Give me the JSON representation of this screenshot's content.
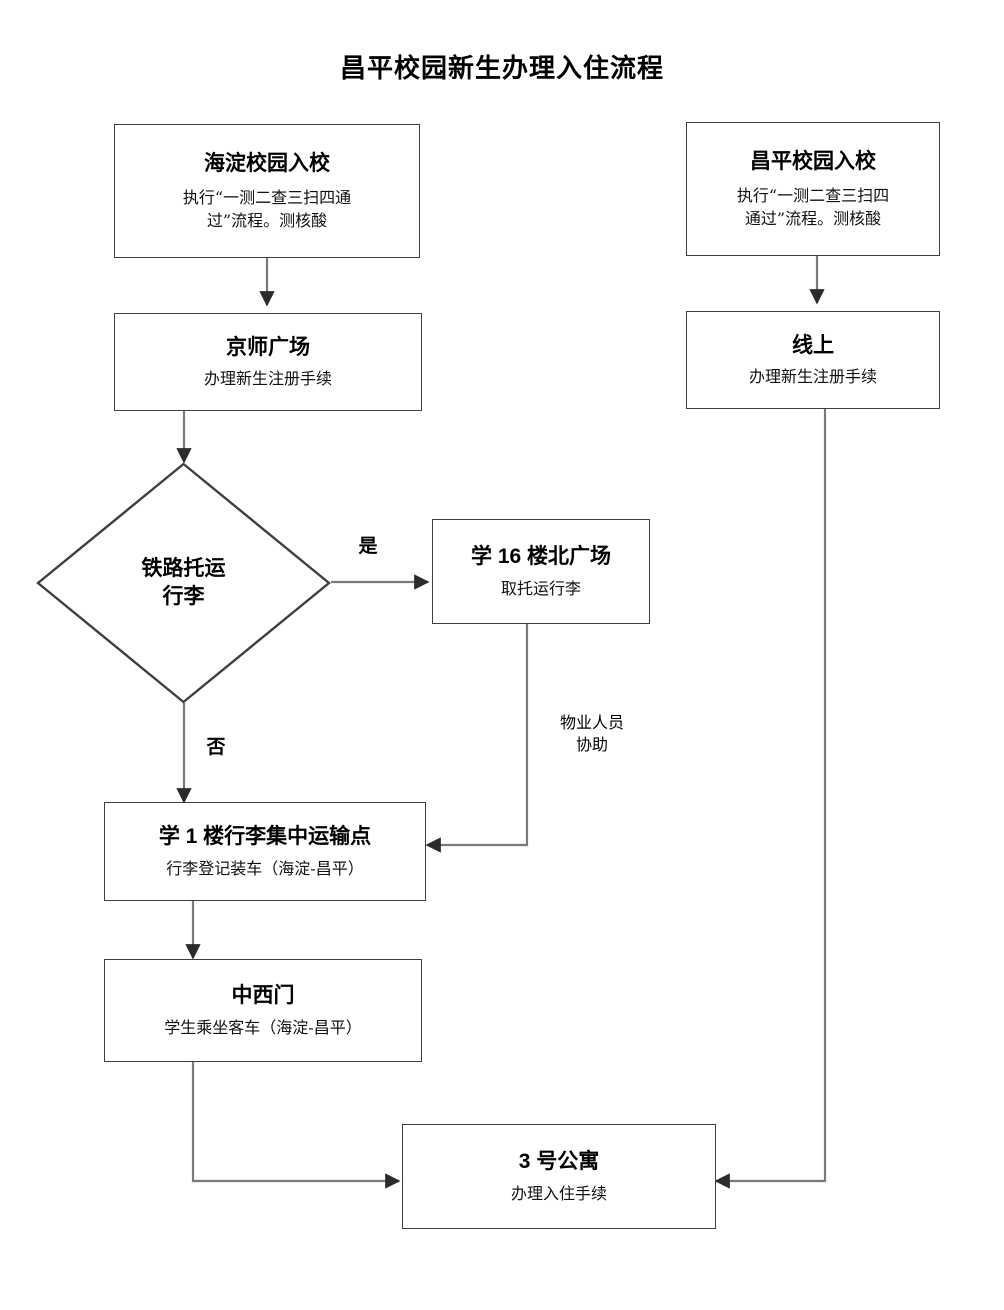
{
  "page": {
    "title": "昌平校园新生办理入住流程",
    "background_color": "#ffffff",
    "line_color": "#595959",
    "border_color": "#3f3f3f",
    "text_color": "#000000"
  },
  "nodes": {
    "haidian_entry": {
      "title": "海淀校园入校",
      "subtitle": "执行“一测二查三扫四通\n过”流程。测核酸",
      "shape": "rectangle"
    },
    "changping_entry": {
      "title": "昌平校园入校",
      "subtitle": "执行“一测二查三扫四\n通过”流程。测核酸",
      "shape": "rectangle"
    },
    "jingshi_plaza": {
      "title": "京师广场",
      "subtitle": "办理新生注册手续",
      "shape": "rectangle"
    },
    "online": {
      "title": "线上",
      "subtitle": "办理新生注册手续",
      "shape": "rectangle"
    },
    "railway_decision": {
      "title": "铁路托运\n行李",
      "subtitle": "",
      "shape": "diamond"
    },
    "building16_plaza": {
      "title": "学 16 楼北广场",
      "subtitle": "取托运行李",
      "shape": "rectangle"
    },
    "building1_transport": {
      "title": "学 1 楼行李集中运输点",
      "subtitle": "行李登记装车（海淀-昌平）",
      "shape": "rectangle"
    },
    "zhongxi_gate": {
      "title": "中西门",
      "subtitle": "学生乘坐客车（海淀-昌平）",
      "shape": "rectangle"
    },
    "apartment3": {
      "title": "3 号公寓",
      "subtitle": "办理入住手续",
      "shape": "rectangle"
    }
  },
  "edge_labels": {
    "yes": "是",
    "no": "否",
    "property_staff": "物业人员\n协助"
  },
  "flow": [
    {
      "from": "haidian_entry",
      "to": "jingshi_plaza",
      "label": ""
    },
    {
      "from": "changping_entry",
      "to": "online",
      "label": ""
    },
    {
      "from": "jingshi_plaza",
      "to": "railway_decision",
      "label": ""
    },
    {
      "from": "railway_decision",
      "to": "building16_plaza",
      "label": "是"
    },
    {
      "from": "railway_decision",
      "to": "building1_transport",
      "label": "否"
    },
    {
      "from": "building16_plaza",
      "to": "building1_transport",
      "label": "物业人员\n协助"
    },
    {
      "from": "building1_transport",
      "to": "zhongxi_gate",
      "label": ""
    },
    {
      "from": "zhongxi_gate",
      "to": "apartment3",
      "label": ""
    },
    {
      "from": "online",
      "to": "apartment3",
      "label": ""
    }
  ]
}
